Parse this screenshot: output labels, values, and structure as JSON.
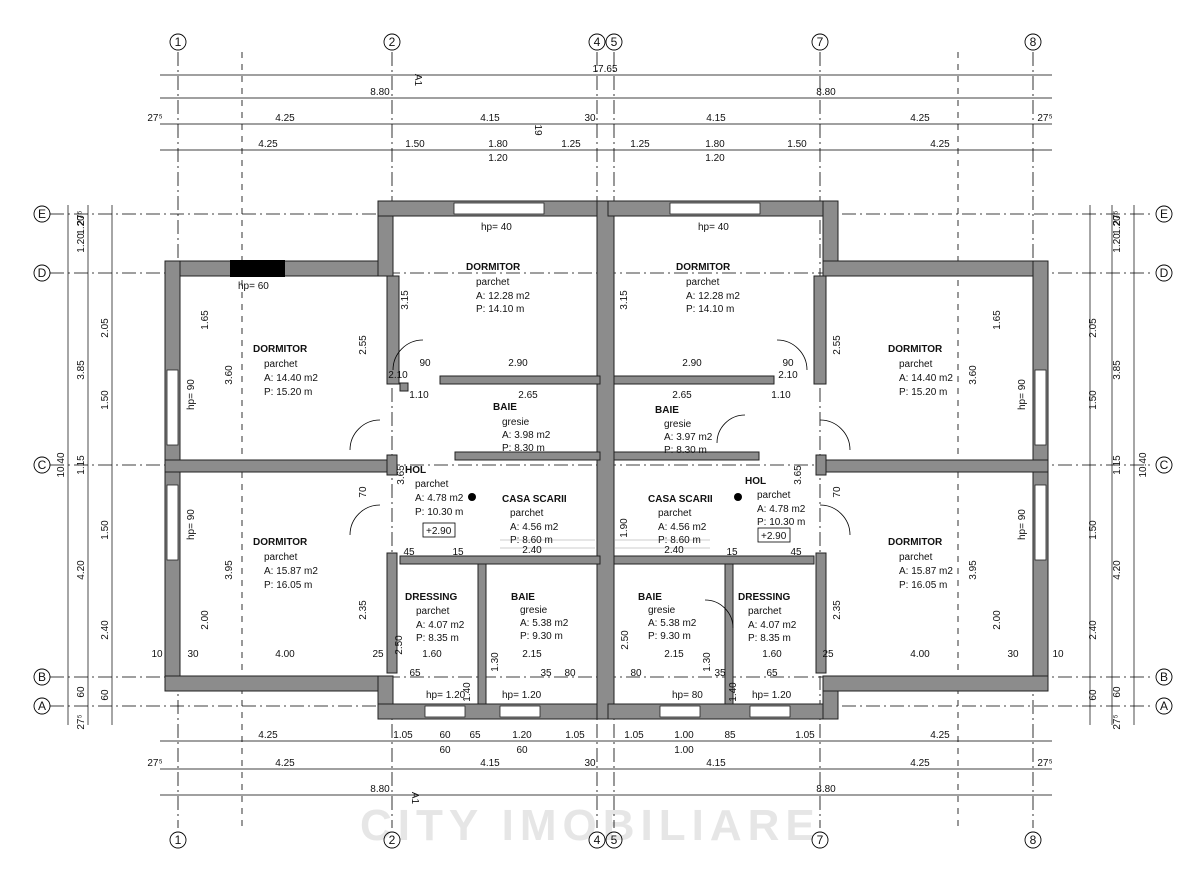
{
  "axes": {
    "vertical": [
      "1",
      "2",
      "4",
      "5",
      "7",
      "8"
    ],
    "horizontal": [
      "E",
      "D",
      "C",
      "B",
      "A"
    ]
  },
  "dimensions_top": {
    "overall": "17.65",
    "halves": [
      "8.80",
      "8.80"
    ],
    "row3": [
      "27⁵",
      "4.25",
      "4.15",
      "30",
      "4.15",
      "4.25",
      "27⁵"
    ],
    "row4": [
      "4.25",
      "1.50",
      "1.80",
      "1.25",
      "1.25",
      "1.80",
      "1.50",
      "4.25"
    ],
    "openings": [
      "1.20",
      "1.20"
    ],
    "section_marks": [
      "A1",
      "19"
    ]
  },
  "dimensions_bottom": {
    "row1": [
      "4.25",
      "1.05",
      "60",
      "65",
      "1.20",
      "1.05",
      "1.05",
      "1.00",
      "85",
      "1.05",
      "4.25"
    ],
    "row1b": [
      "60",
      "60",
      "1.00"
    ],
    "row2": [
      "27⁵",
      "4.25",
      "4.15",
      "30",
      "4.15",
      "4.25",
      "27⁵"
    ],
    "halves": [
      "8.80",
      "8.80"
    ],
    "section_mark": "A1"
  },
  "dimensions_sides": {
    "left_outer": [
      "27⁵",
      "1.20",
      "2.05",
      "1.50",
      "1.50",
      "2.40",
      "60",
      "27⁵"
    ],
    "left_mid": [
      "1.20",
      "3.85",
      "1.15",
      "4.20",
      "60"
    ],
    "left_total": "10.40",
    "right_outer": [
      "27⁵",
      "1.20",
      "2.05",
      "1.50",
      "1.50",
      "2.40",
      "60",
      "27⁵"
    ],
    "right_mid": [
      "1.20",
      "3.85",
      "1.15",
      "4.20",
      "60"
    ],
    "right_total": "10.40"
  },
  "rooms": [
    {
      "name": "DORMITOR",
      "floor": "parchet",
      "area": "A: 12.28 m2",
      "perimeter": "P: 14.10 m"
    },
    {
      "name": "DORMITOR",
      "floor": "parchet",
      "area": "A: 12.28 m2",
      "perimeter": "P: 14.10 m"
    },
    {
      "name": "DORMITOR",
      "floor": "parchet",
      "area": "A: 14.40 m2",
      "perimeter": "P: 15.20 m"
    },
    {
      "name": "DORMITOR",
      "floor": "parchet",
      "area": "A: 14.40 m2",
      "perimeter": "P: 15.20 m"
    },
    {
      "name": "BAIE",
      "floor": "gresie",
      "area": "A: 3.98 m2",
      "perimeter": "P: 8.30 m"
    },
    {
      "name": "BAIE",
      "floor": "gresie",
      "area": "A: 3.97 m2",
      "perimeter": "P: 8.30 m"
    },
    {
      "name": "HOL",
      "floor": "parchet",
      "area": "A: 4.78 m2",
      "perimeter": "P: 10.30 m"
    },
    {
      "name": "HOL",
      "floor": "parchet",
      "area": "A: 4.78 m2",
      "perimeter": "P: 10.30 m"
    },
    {
      "name": "CASA SCARII",
      "floor": "parchet",
      "area": "A: 4.56 m2",
      "perimeter": "P: 8.60 m"
    },
    {
      "name": "CASA SCARII",
      "floor": "parchet",
      "area": "A: 4.56 m2",
      "perimeter": "P: 8.60 m"
    },
    {
      "name": "DORMITOR",
      "floor": "parchet",
      "area": "A: 15.87 m2",
      "perimeter": "P: 16.05 m"
    },
    {
      "name": "DORMITOR",
      "floor": "parchet",
      "area": "A: 15.87 m2",
      "perimeter": "P: 16.05 m"
    },
    {
      "name": "DRESSING",
      "floor": "parchet",
      "area": "A: 4.07 m2",
      "perimeter": "P: 8.35 m"
    },
    {
      "name": "DRESSING",
      "floor": "parchet",
      "area": "A: 4.07 m2",
      "perimeter": "P: 8.35 m"
    },
    {
      "name": "BAIE",
      "floor": "gresie",
      "area": "A: 5.38 m2",
      "perimeter": "P: 9.30 m"
    },
    {
      "name": "BAIE",
      "floor": "gresie",
      "area": "A: 5.38 m2",
      "perimeter": "P: 9.30 m"
    }
  ],
  "levels": [
    "+2.90",
    "+2.90"
  ],
  "sill_heights": [
    "hp= 40",
    "hp= 40",
    "hp= 60",
    "hp= 90",
    "hp= 90",
    "hp= 90",
    "hp= 90",
    "hp= 1.20",
    "hp= 1.20",
    "hp= 80",
    "hp= 1.20"
  ],
  "inner_dims": [
    "2.90",
    "2.90",
    "2.65",
    "2.65",
    "2.10",
    "2.10",
    "1.10",
    "1.10",
    "90",
    "90",
    "2.55",
    "2.55",
    "1.65",
    "1.65",
    "3.60",
    "3.60",
    "3.15",
    "3.15",
    "2.40",
    "2.40",
    "1.90",
    "3.65",
    "3.65",
    "3.95",
    "3.95",
    "2.00",
    "2.00",
    "2.35",
    "2.35",
    "4.00",
    "4.00",
    "1.60",
    "1.60",
    "2.15",
    "2.15",
    "2.50",
    "2.50",
    "80",
    "80",
    "35",
    "35",
    "1.30",
    "1.30",
    "1.40",
    "1.40",
    "45",
    "45",
    "15",
    "15",
    "25",
    "25",
    "10",
    "10",
    "30",
    "30",
    "70",
    "70",
    "65",
    "65"
  ],
  "watermark": "CITY IMOBILIARE",
  "colors": {
    "wall": "#8c8c8c",
    "wall_stroke": "#222222",
    "dim_line": "#000000",
    "window": "#ffffff"
  }
}
